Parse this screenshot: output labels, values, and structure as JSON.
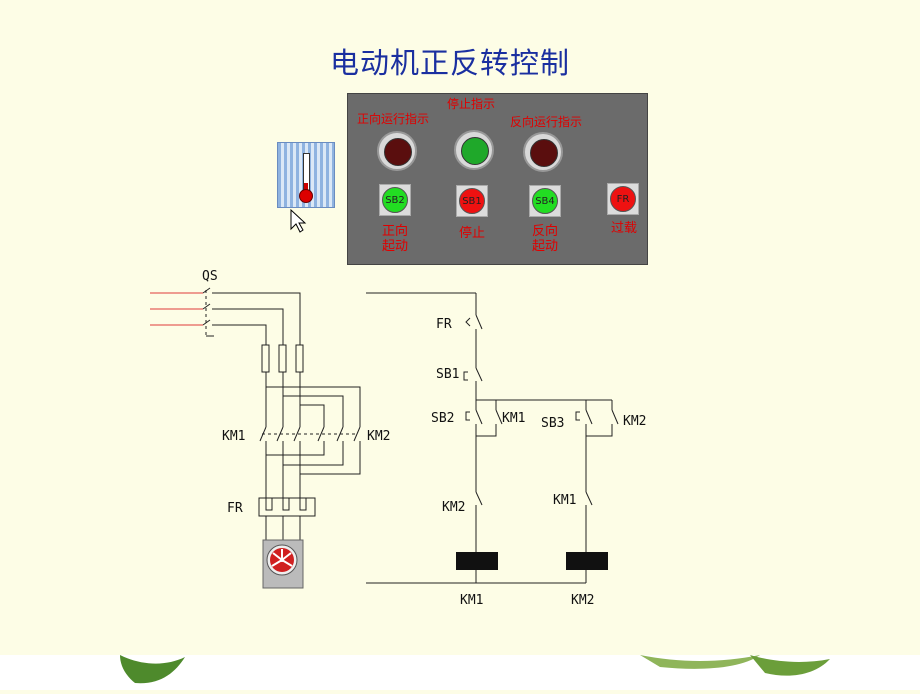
{
  "title": "电动机正反转控制",
  "panel": {
    "indicators": [
      {
        "label": "正向运行指示",
        "color": "#5a0e0e"
      },
      {
        "label": "停止指示",
        "color": "#1fa82a"
      },
      {
        "label": "反向运行指示",
        "color": "#5a0e0e"
      }
    ],
    "buttons": [
      {
        "code": "SB2",
        "label": "正向\n起动",
        "color": "#22dd22"
      },
      {
        "code": "SB1",
        "label": "停止",
        "color": "#ee1111"
      },
      {
        "code": "SB4",
        "label": "反向\n起动",
        "color": "#22dd22"
      },
      {
        "code": "FR",
        "label": "过载",
        "color": "#ee1111"
      }
    ]
  },
  "diagram": {
    "labels": {
      "qs": "QS",
      "km1_main": "KM1",
      "km2_main": "KM2",
      "fr_main": "FR",
      "fr_ctrl": "FR",
      "sb1": "SB1",
      "sb2": "SB2",
      "km1_hold": "KM1",
      "sb3": "SB3",
      "km2_hold": "KM2",
      "km2_interlock": "KM2",
      "km1_interlock": "KM1",
      "coil_km1": "KM1",
      "coil_km2": "KM2"
    }
  },
  "colors": {
    "title": "#1a2fa0",
    "panel": "#6b6b6b",
    "label_red": "#e00000",
    "background": "#fdfde6"
  }
}
